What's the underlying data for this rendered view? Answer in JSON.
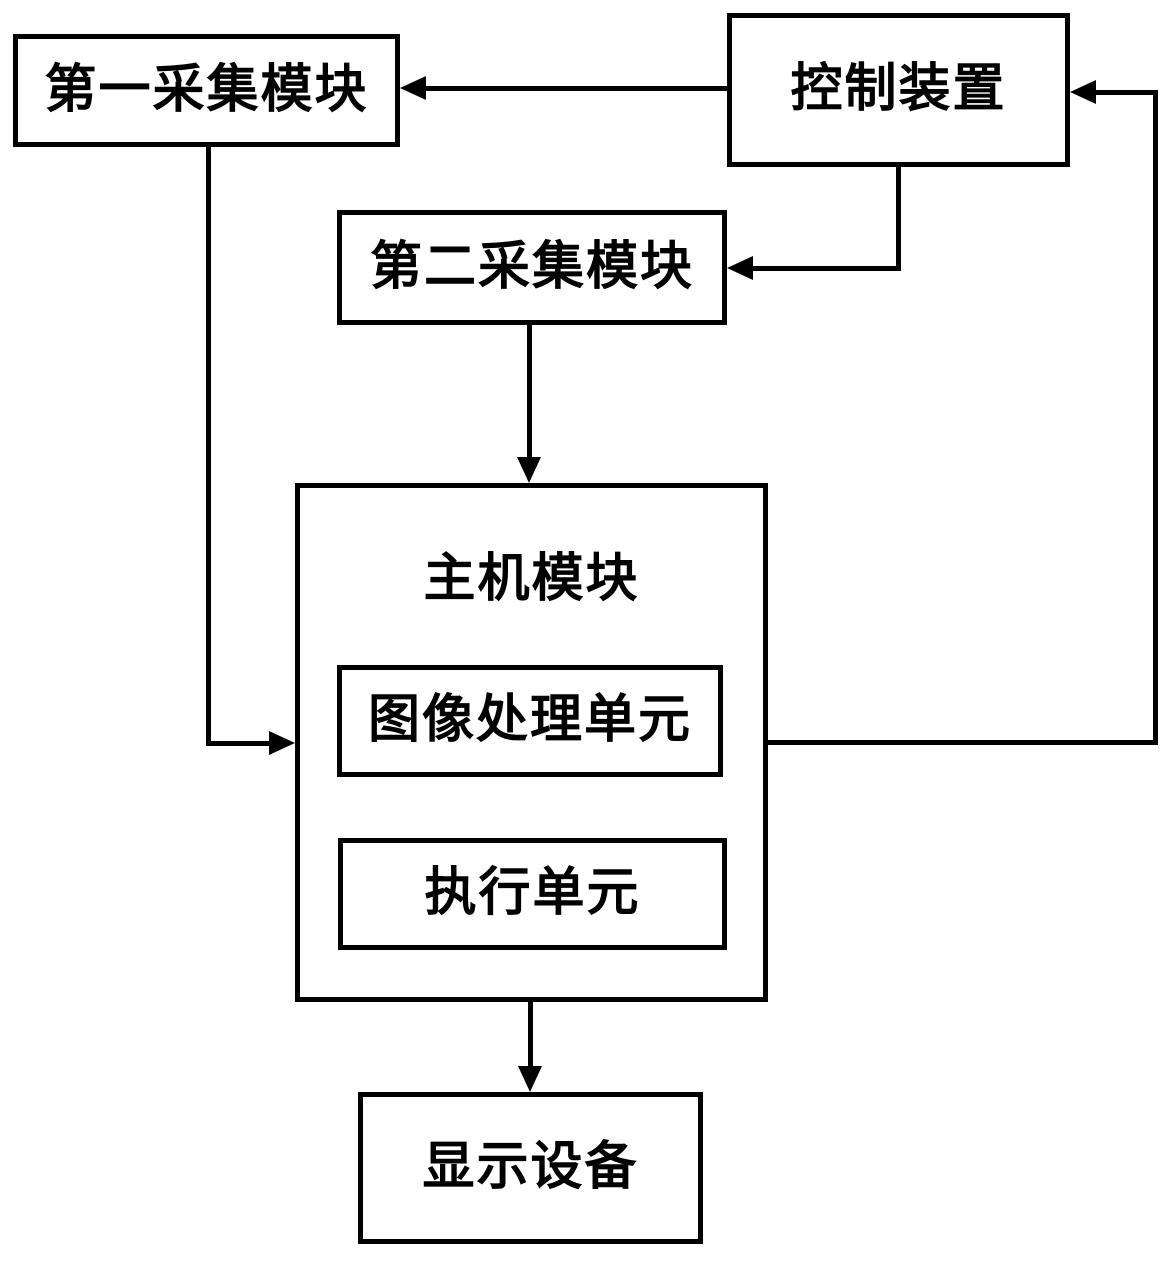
{
  "diagram": {
    "type": "block-diagram",
    "background_color": "#ffffff",
    "line_color": "#000000",
    "nodes": {
      "first_acquisition": {
        "label": "第一采集模块"
      },
      "control_device": {
        "label": "控制装置"
      },
      "second_acquisition": {
        "label": "第二采集模块"
      },
      "host_module": {
        "label": "主机模块"
      },
      "image_processing_unit": {
        "label": "图像处理单元"
      },
      "execution_unit": {
        "label": "执行单元"
      },
      "display_device": {
        "label": "显示设备"
      }
    },
    "edges": [
      {
        "from": "control_device",
        "to": "first_acquisition",
        "style": "orthogonal-arrow"
      },
      {
        "from": "control_device",
        "to": "second_acquisition",
        "style": "orthogonal-arrow"
      },
      {
        "from": "second_acquisition",
        "to": "host_module",
        "style": "orthogonal-arrow"
      },
      {
        "from": "first_acquisition",
        "to": "host_module",
        "style": "orthogonal-arrow"
      },
      {
        "from": "host_module",
        "to": "display_device",
        "style": "orthogonal-arrow"
      },
      {
        "from": "host_module",
        "to": "control_device",
        "style": "orthogonal-arrow feedback-loop"
      }
    ]
  }
}
